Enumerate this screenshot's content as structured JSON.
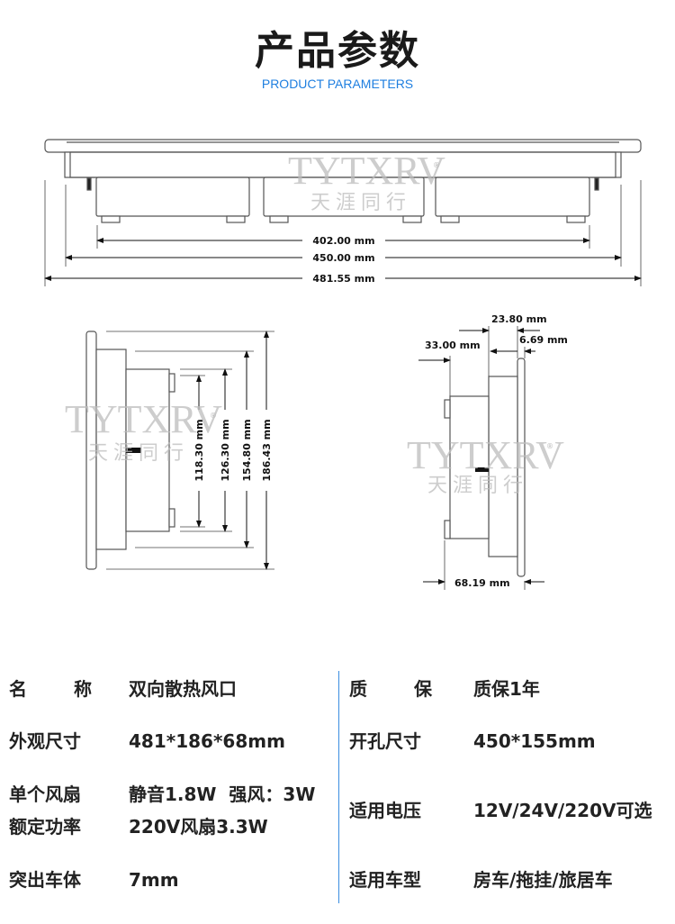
{
  "header": {
    "title": "产品参数",
    "subtitle": "PRODUCT PARAMETERS"
  },
  "watermark": {
    "brand": "TYTXRV",
    "registered": "®",
    "cn": "天涯同行"
  },
  "drawings": {
    "front": {
      "dims": [
        "402.00 mm",
        "450.00 mm",
        "481.55 mm"
      ]
    },
    "side_left": {
      "dims": [
        "118.30 mm",
        "126.30 mm",
        "154.80 mm",
        "186.43 mm"
      ]
    },
    "side_right": {
      "dims": [
        "23.80 mm",
        "33.00 mm",
        "6.69 mm",
        "68.19 mm"
      ]
    }
  },
  "specs": {
    "left": [
      {
        "label_a": "名",
        "label_b": "称",
        "value": "双向散热风口"
      },
      {
        "label": "外观尺寸",
        "value": "481*186*68mm"
      },
      {
        "label": "单个风扇",
        "label2": "额定功率",
        "value": "静音1.8W  强风：3W",
        "value2": "220V风扇3.3W"
      },
      {
        "label": "突出车体",
        "value": "7mm"
      }
    ],
    "right": [
      {
        "label_a": "质",
        "label_b": "保",
        "value": "质保1年"
      },
      {
        "label": "开孔尺寸",
        "value": "450*155mm"
      },
      {
        "label": "适用电压",
        "value": "12V/24V/220V可选"
      },
      {
        "label": "适用车型",
        "value": "房车/拖挂/旅居车"
      }
    ]
  },
  "colors": {
    "accent": "#1f7fe0",
    "divider": "#3a8de0",
    "text": "#222222"
  }
}
